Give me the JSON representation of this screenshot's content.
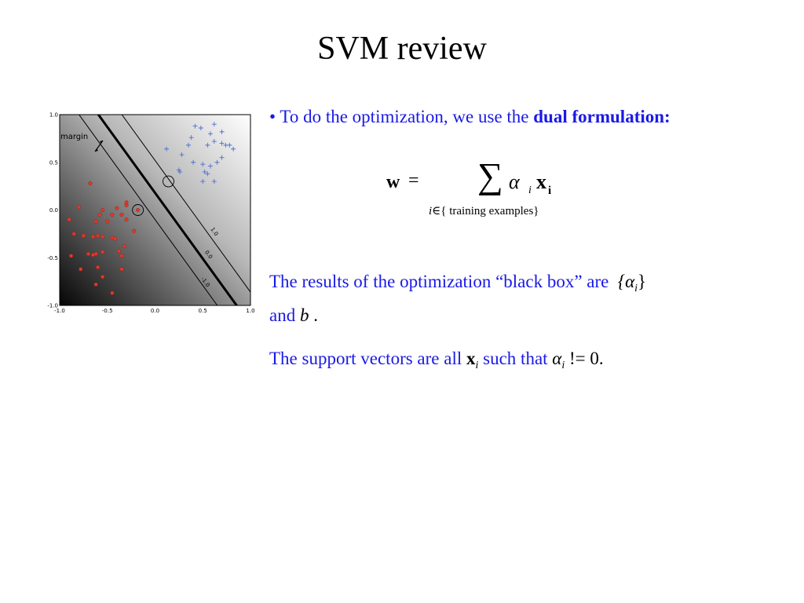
{
  "slide": {
    "title": "SVM review"
  },
  "chart_data": {
    "type": "scatter",
    "xlim": [
      -1.0,
      1.0
    ],
    "ylim": [
      -1.0,
      1.0
    ],
    "x_ticks": [
      "-1.0",
      "-0.5",
      "0.0",
      "0.5",
      "1.0"
    ],
    "y_ticks": [
      "1.0",
      "0.5",
      "0.0",
      "-0.5",
      "-1.0"
    ],
    "annotation": "margin",
    "contour_labels": [
      "1.0",
      "0.0",
      "-1.0"
    ],
    "colors": {
      "negative_class": "#e0392b",
      "positive_class": "#4a6fd0",
      "boundary": "#000000"
    },
    "series": [
      {
        "marker": "circle",
        "points": [
          [
            -0.68,
            0.28
          ],
          [
            -0.8,
            0.03
          ],
          [
            -0.9,
            -0.1
          ],
          [
            -0.58,
            -0.05
          ],
          [
            -0.45,
            -0.05
          ],
          [
            -0.35,
            -0.05
          ],
          [
            -0.3,
            0.05
          ],
          [
            -0.4,
            0.02
          ],
          [
            -0.55,
            0.0
          ],
          [
            -0.62,
            -0.12
          ],
          [
            -0.5,
            -0.12
          ],
          [
            -0.3,
            -0.1
          ],
          [
            -0.22,
            -0.22
          ],
          [
            -0.85,
            -0.25
          ],
          [
            -0.75,
            -0.27
          ],
          [
            -0.65,
            -0.28
          ],
          [
            -0.6,
            -0.27
          ],
          [
            -0.55,
            -0.28
          ],
          [
            -0.45,
            -0.29
          ],
          [
            -0.42,
            -0.3
          ],
          [
            -0.88,
            -0.48
          ],
          [
            -0.7,
            -0.46
          ],
          [
            -0.65,
            -0.47
          ],
          [
            -0.62,
            -0.46
          ],
          [
            -0.55,
            -0.44
          ],
          [
            -0.38,
            -0.43
          ],
          [
            -0.35,
            -0.48
          ],
          [
            -0.78,
            -0.62
          ],
          [
            -0.6,
            -0.6
          ],
          [
            -0.55,
            -0.7
          ],
          [
            -0.35,
            -0.62
          ],
          [
            -0.62,
            -0.78
          ],
          [
            -0.45,
            -0.87
          ],
          [
            -0.3,
            0.08
          ],
          [
            -0.18,
            0.0
          ],
          [
            -0.32,
            -0.38
          ]
        ]
      },
      {
        "marker": "plus",
        "points": [
          [
            0.42,
            0.88
          ],
          [
            0.48,
            0.86
          ],
          [
            0.62,
            0.9
          ],
          [
            0.7,
            0.82
          ],
          [
            0.38,
            0.76
          ],
          [
            0.58,
            0.8
          ],
          [
            0.62,
            0.72
          ],
          [
            0.55,
            0.68
          ],
          [
            0.7,
            0.7
          ],
          [
            0.74,
            0.68
          ],
          [
            0.78,
            0.68
          ],
          [
            0.82,
            0.64
          ],
          [
            0.12,
            0.64
          ],
          [
            0.28,
            0.58
          ],
          [
            0.4,
            0.5
          ],
          [
            0.5,
            0.48
          ],
          [
            0.7,
            0.55
          ],
          [
            0.65,
            0.5
          ],
          [
            0.58,
            0.46
          ],
          [
            0.52,
            0.4
          ],
          [
            0.55,
            0.38
          ],
          [
            0.25,
            0.42
          ],
          [
            0.26,
            0.4
          ],
          [
            0.5,
            0.3
          ],
          [
            0.62,
            0.3
          ],
          [
            0.35,
            0.68
          ]
        ]
      }
    ],
    "support_vectors": [
      [
        0.14,
        0.3
      ],
      [
        -0.18,
        0.0
      ]
    ]
  },
  "text": {
    "bullet_prefix": "• To do the optimization, we use the ",
    "bullet_bold": "dual formulation:",
    "formula_w": "w",
    "formula_eq": "=",
    "formula_sum": "∑",
    "formula_alpha": "α",
    "formula_sub_i": "i",
    "formula_x": "x",
    "formula_x_sub": "i",
    "formula_under_i": "i",
    "formula_under_rest": "∈{ training  examples}",
    "results_a": "The results of the optimization “black box” are ",
    "results_b": "{α",
    "results_b_sub": "i",
    "results_c": "}",
    "results_and": "and ",
    "results_bvar": "b",
    "results_end": " .",
    "sv_a": "The support vectors are all ",
    "sv_x": "x",
    "sv_x_sub": "i",
    "sv_b": " such that ",
    "sv_alpha": "α",
    "sv_alpha_sub": "i",
    "sv_c": " != 0."
  }
}
